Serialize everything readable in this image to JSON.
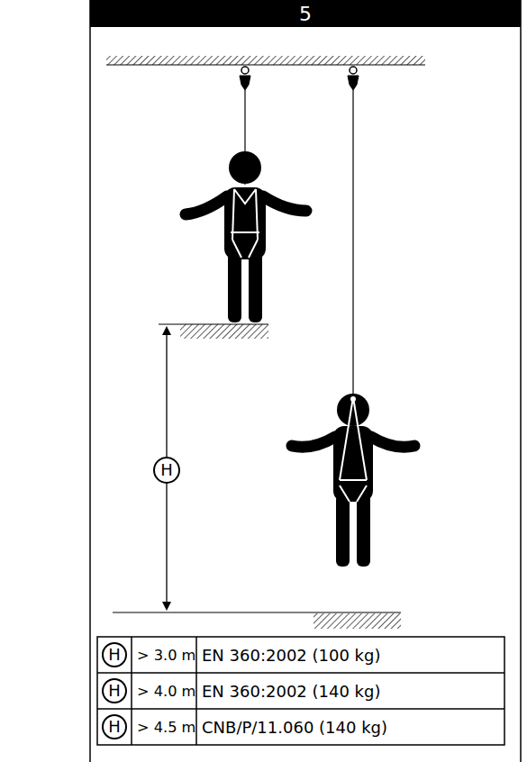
{
  "diagram": {
    "title": "5",
    "labels": [
      "H",
      "H",
      "> 3.0 m",
      "EN 360:2002 (100 kg)",
      "H",
      "> 4.0 m",
      "EN 360:2002 (140 kg)",
      "H",
      "> 4.5 m",
      "CNB/P/11.060 (140 kg)"
    ]
  }
}
